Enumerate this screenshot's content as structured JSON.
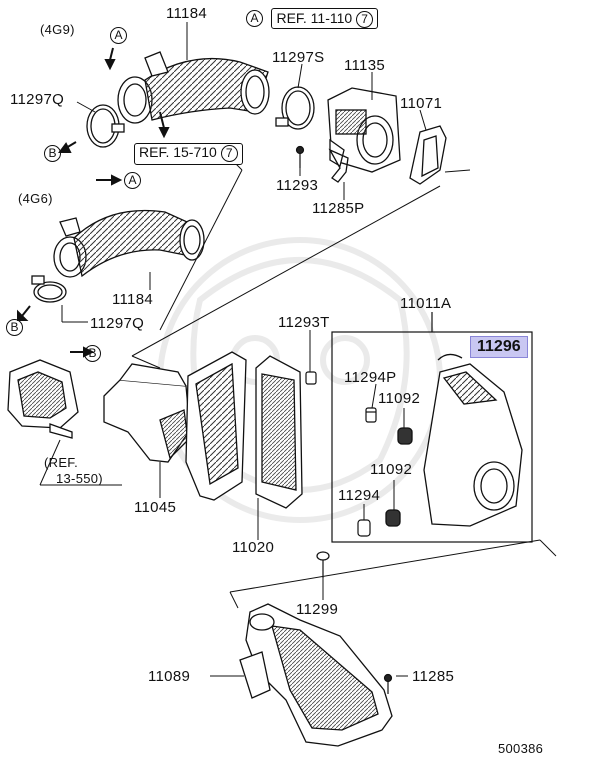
{
  "labels": {
    "variant_4g9": "(4G9)",
    "variant_4g6": "(4G6)",
    "p11184_top": "11184",
    "p11184_bottom": "11184",
    "p11297q_top": "11297Q",
    "p11297q_bottom": "11297Q",
    "p11297s": "11297S",
    "p11135": "11135",
    "p11071": "11071",
    "p11293": "11293",
    "p11285p": "11285P",
    "p11011a": "11011A",
    "p11293t": "11293T",
    "p11296": "11296",
    "p11294p": "11294P",
    "p11092_a": "11092",
    "p11092_b": "11092",
    "p11294": "11294",
    "p11045": "11045",
    "p11020": "11020",
    "p11299": "11299",
    "p11089": "11089",
    "p11285": "11285",
    "diagram_number": "500386"
  },
  "refs": {
    "ref_11110_text": "REF. 11-110",
    "ref_11110_num": "7",
    "ref_15710_text": "REF. 15-710",
    "ref_15710_num": "7",
    "ref_13550_line1": "(REF.",
    "ref_13550_line2": "13-550)"
  },
  "markers": {
    "a": "A",
    "b": "B"
  },
  "colors": {
    "highlight_fill": "#c9c7f2",
    "line": "#111111"
  }
}
